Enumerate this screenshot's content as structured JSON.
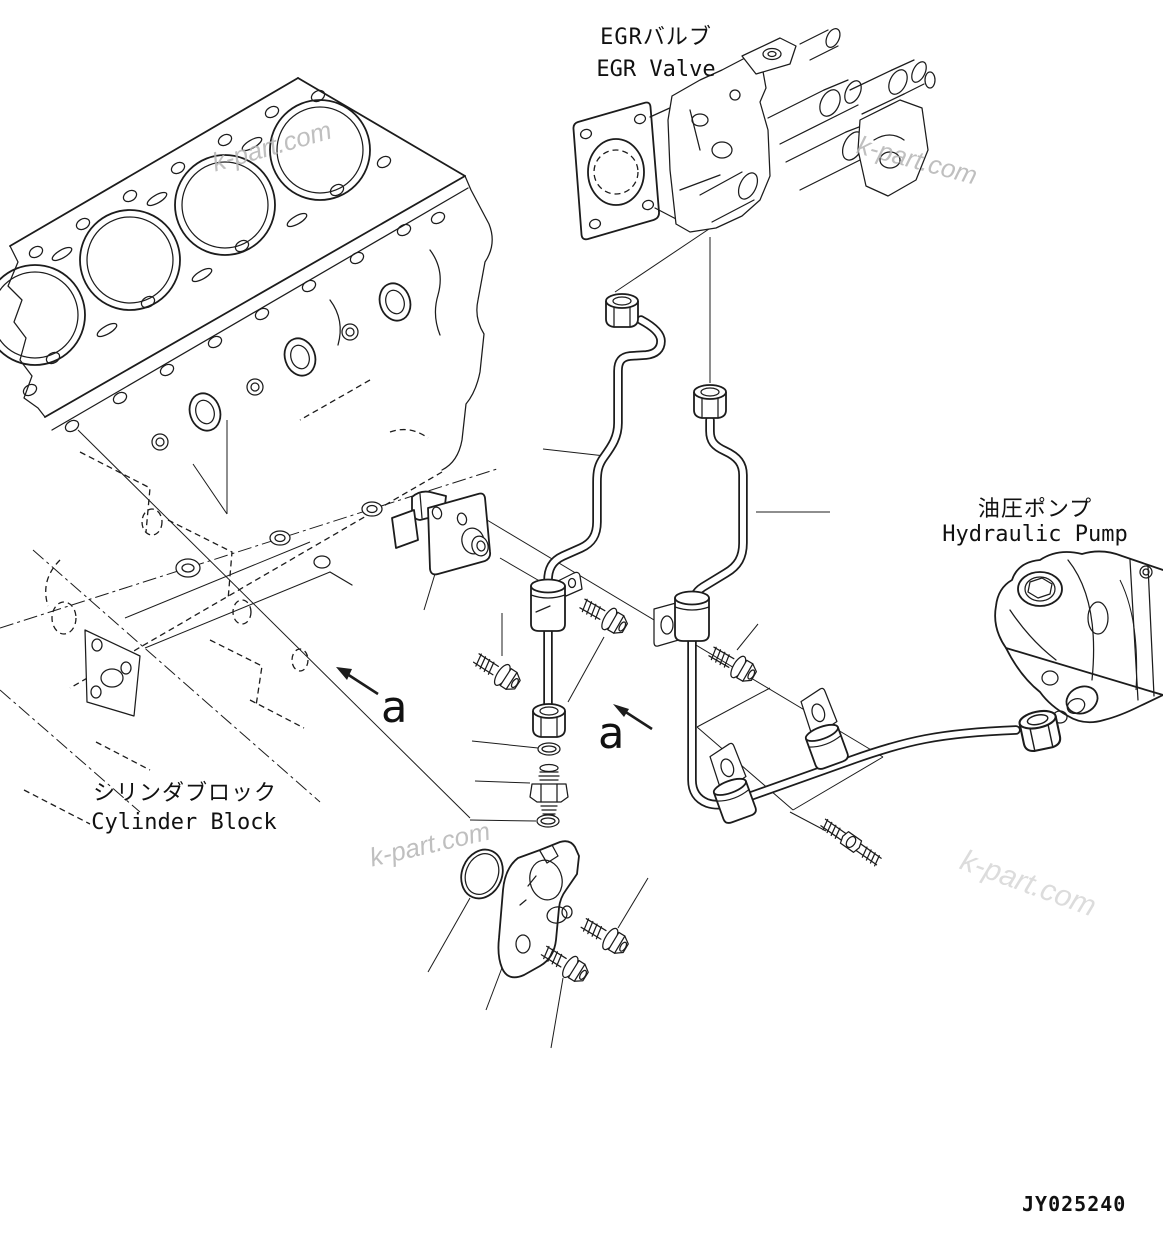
{
  "diagram": {
    "drawing_number": "JY025240",
    "watermark": "k-part.com",
    "labels": {
      "egr_valve_jp": "EGRバルブ",
      "egr_valve_en": "EGR Valve",
      "hydraulic_pump_jp": "油圧ポンプ",
      "hydraulic_pump_en": "Hydraulic Pump",
      "cylinder_block_jp": "シリンダブロック",
      "cylinder_block_en": "Cylinder Block",
      "view_label": "a"
    },
    "colors": {
      "line": "#1c1c1c",
      "background": "#ffffff",
      "watermark": "#b5b5b5"
    }
  }
}
